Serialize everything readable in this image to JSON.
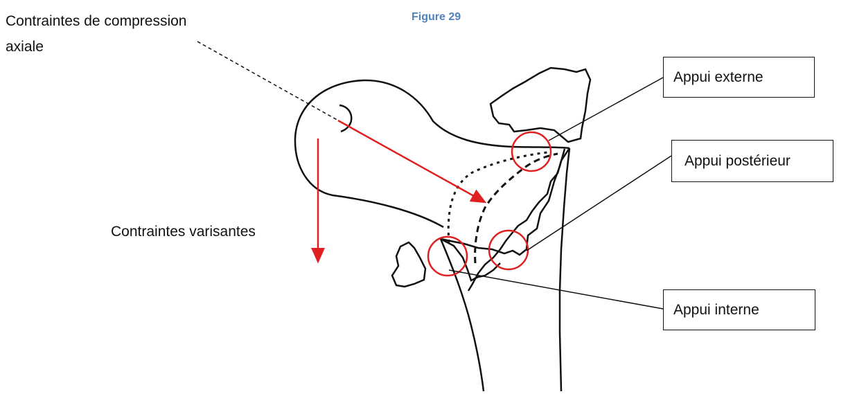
{
  "figure": {
    "title": "Figure 29"
  },
  "labels": {
    "compression_line1": "Contraintes de compression",
    "compression_line2": "axiale",
    "varisantes": "Contraintes varisantes"
  },
  "callouts": {
    "externe": "Appui externe",
    "posterieur": "Appui postérieur",
    "interne": "Appui interne"
  },
  "colors": {
    "arrow": "#e02020",
    "circle": "#e02020",
    "outline": "#111111",
    "figure_title": "#4f81bd"
  }
}
